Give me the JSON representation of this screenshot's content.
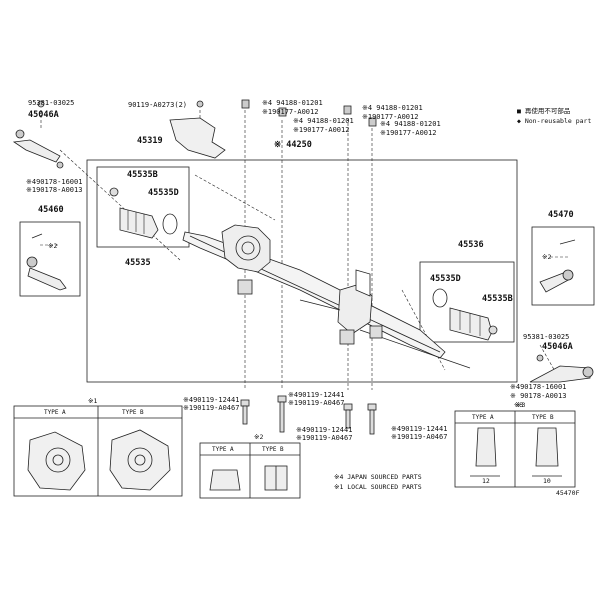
{
  "diagram": {
    "top_left": {
      "p1": "95381-03025",
      "p2": "45046A",
      "p3": "90119-A0273(2)",
      "p4": "45319"
    },
    "left_side": {
      "p1": "※490178-16001",
      "p2": "※190178-A0013",
      "p3": "45460",
      "sym_x2": "※2"
    },
    "top_center": {
      "a1": "※4 94188-01201",
      "a2": "※190177-A0012",
      "b1": "※4 94188-01201",
      "b2": "※190177-A0012",
      "c1": "※4 94188-01201",
      "c2": "※190177-A0012",
      "d1": "※4 94188-01201",
      "d2": "※190177-A0012",
      "rack": "※ 44250"
    },
    "legend": {
      "line1": "■ 再使用不可部品",
      "line2": "◆ Non-reusable part"
    },
    "boot_left": {
      "p1": "45535B",
      "p2": "45535D",
      "p3": "45535"
    },
    "right_side": {
      "p1": "45470",
      "sym_x2": "※2",
      "p2": "45536",
      "p3": "45535D",
      "p4": "45535B",
      "p5": "95381-03025",
      "p6": "45046A",
      "p7": "※490178-16001",
      "p8": "※ 90178-A0013",
      "sym3": "※3"
    },
    "bolts": {
      "l1": "※490119-12441",
      "l2": "※190119-A0467",
      "m1": "※490119-12441",
      "m2": "※190119-A0467",
      "n1": "※490119-12441",
      "n2": "※190119-A0467",
      "r1": "※490119-12441",
      "r2": "※190119-A0467"
    },
    "bottom": {
      "sym1": "※1",
      "type_a": "TYPE A",
      "type_b": "TYPE B",
      "sym2": "※2",
      "sym3": "※3",
      "note1": "※4 JAPAN SOURCED PARTS",
      "note2": "※1 LOCAL SOURCED PARTS",
      "dim12": "12",
      "dim10": "10",
      "code": "45470F"
    }
  }
}
